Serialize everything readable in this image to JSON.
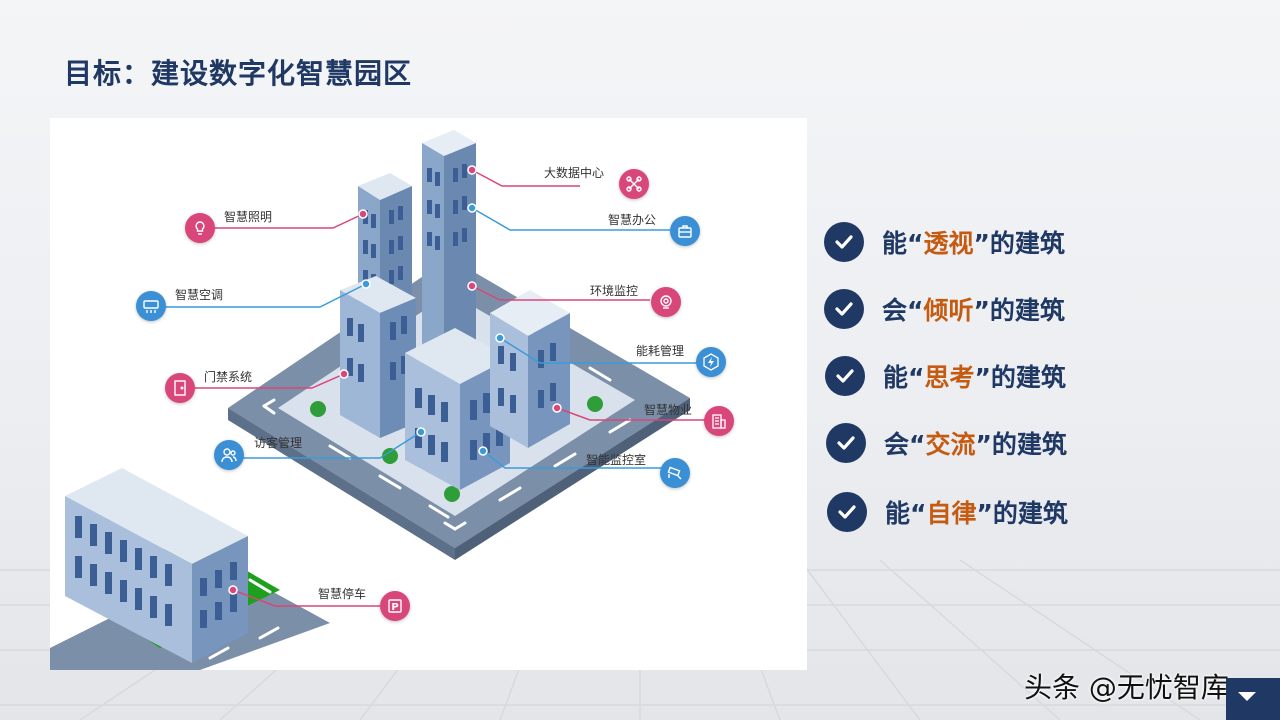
{
  "title": "目标：建设数字化智慧园区",
  "diagram_labels": {
    "big_data_center": "大数据中心",
    "smart_lighting": "智慧照明",
    "smart_office": "智慧办公",
    "smart_ac": "智慧空调",
    "env_monitoring": "环境监控",
    "energy_management": "能耗管理",
    "access_control": "门禁系统",
    "smart_property": "智慧物业",
    "visitor_management": "访客管理",
    "smart_monitor_room": "智能监控室",
    "smart_parking": "智慧停车"
  },
  "colors": {
    "title": "#1f3864",
    "highlight": "#c55a11",
    "badge_pink": "#d9467a",
    "badge_blue": "#3b8fd4",
    "line_pink": "#d9467a",
    "line_blue": "#3b9bd9"
  },
  "bullets": [
    {
      "prefix": "能“",
      "keyword": "透视",
      "suffix": "”的建筑"
    },
    {
      "prefix": "会“",
      "keyword": "倾听",
      "suffix": "”的建筑"
    },
    {
      "prefix": "能“",
      "keyword": "思考",
      "suffix": "”的建筑"
    },
    {
      "prefix": "会“",
      "keyword": "交流",
      "suffix": "”的建筑"
    },
    {
      "prefix": "能“",
      "keyword": "自律",
      "suffix": "”的建筑"
    }
  ],
  "watermark": "头条 @无忧智库"
}
